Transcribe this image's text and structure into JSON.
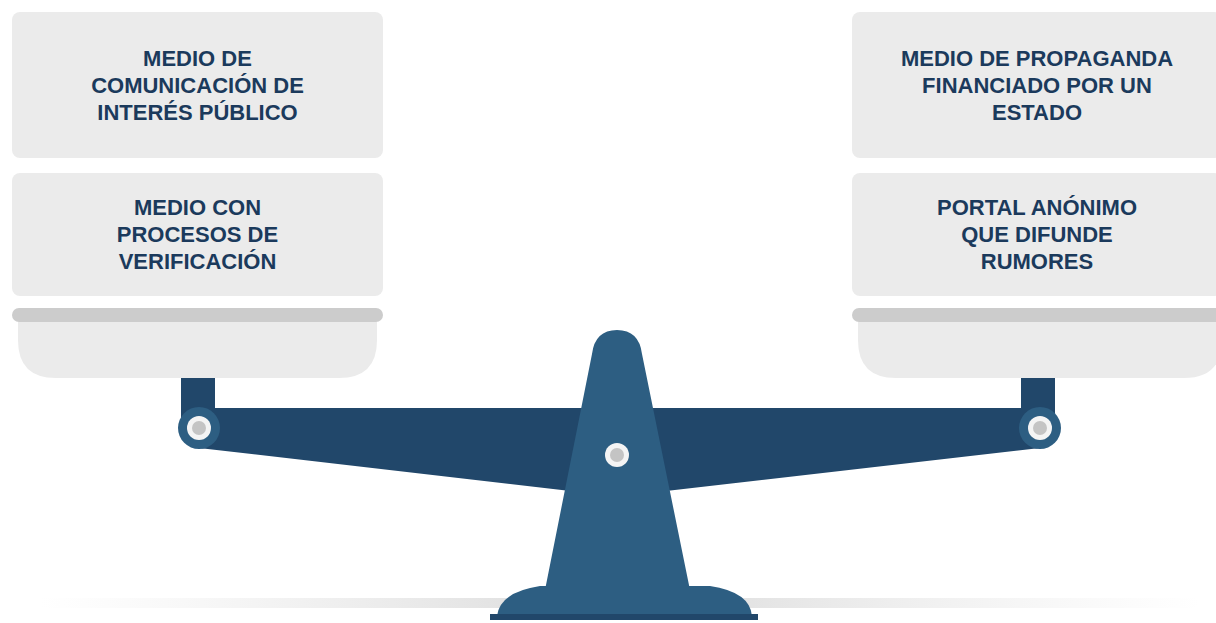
{
  "diagram": {
    "nodes": [
      {
        "text": [
          "MEDIO DE COMUNICACIÓN DE INTERÉS PÚBLICO"
        ]
      },
      {
        "text": [
          "MEDIO DE PROPAGANDA FINANCIADO POR UN ESTADO"
        ]
      },
      {
        "text": [
          "MEDIO CON PROCESOS DE VERIFICACIÓN"
        ]
      },
      {
        "text": [
          "PORTAL ANÓNIMO QUE DIFUNDE RUMORES"
        ]
      }
    ]
  }
}
